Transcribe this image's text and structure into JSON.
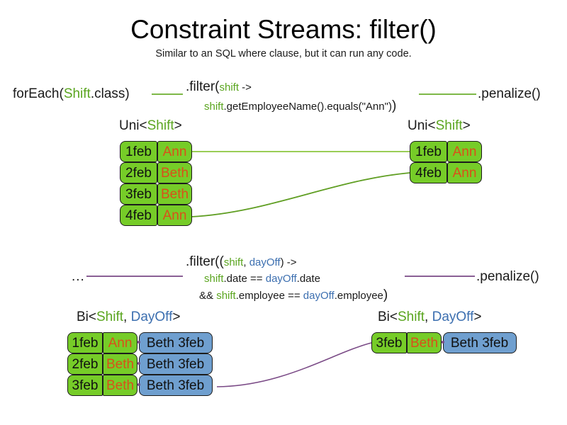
{
  "slide": {
    "title": "Constraint Streams: filter()",
    "subtitle": "Similar to an SQL where clause, but it can run any code."
  },
  "colors": {
    "green_fill": "#76cc28",
    "blue_fill": "#6f9fcf",
    "green_text": "#5aa51f",
    "blue_text": "#3c6fb0",
    "name_text": "#d9501a",
    "green_wire": "#6cae2e",
    "purple_wire": "#7a4a86"
  },
  "section_uni": {
    "source_prefix": "forEach(",
    "source_type": "Shift",
    "source_suffix": ".class)",
    "filter": {
      "line1_prefix": ".filter(",
      "line1_param": "shift",
      "line1_suffix": " ->",
      "line2_var": "shift",
      "line2_rest": ".getEmployeeName().equals(\"Ann\")",
      "line2_close": ")"
    },
    "penalize": ".penalize()",
    "left_header": {
      "prefix": "Uni<",
      "type1": "Shift",
      "suffix": ">"
    },
    "right_header": {
      "prefix": "Uni<",
      "type1": "Shift",
      "suffix": ">"
    },
    "left_rows": [
      {
        "date": "1feb",
        "name": "Ann"
      },
      {
        "date": "2feb",
        "name": "Beth"
      },
      {
        "date": "3feb",
        "name": "Beth"
      },
      {
        "date": "4feb",
        "name": "Ann"
      }
    ],
    "right_rows": [
      {
        "date": "1feb",
        "name": "Ann"
      },
      {
        "date": "4feb",
        "name": "Ann"
      }
    ]
  },
  "section_bi": {
    "source": "...",
    "filter": {
      "line1_prefix": ".filter((",
      "line1_param1": "shift",
      "line1_comma": ", ",
      "line1_param2": "dayOff",
      "line1_suffix": ") ->",
      "line2_var1": "shift",
      "line2_mid1": ".date == ",
      "line2_var2": "dayOff",
      "line2_rest": ".date",
      "line3_lead": "&& ",
      "line3_var1": "shift",
      "line3_mid1": ".employee == ",
      "line3_var2": "dayOff",
      "line3_rest": ".employee",
      "line3_close": ")"
    },
    "penalize": ".penalize()",
    "left_header": {
      "prefix": "Bi<",
      "type1": "Shift",
      "comma": ", ",
      "type2": "DayOff",
      "suffix": ">"
    },
    "right_header": {
      "prefix": "Bi<",
      "type1": "Shift",
      "comma": ", ",
      "type2": "DayOff",
      "suffix": ">"
    },
    "left_rows": [
      {
        "date": "1feb",
        "name": "Ann",
        "pair": "Beth 3feb"
      },
      {
        "date": "2feb",
        "name": "Beth",
        "pair": "Beth 3feb"
      },
      {
        "date": "3feb",
        "name": "Beth",
        "pair": "Beth 3feb"
      }
    ],
    "right_rows": [
      {
        "date": "3feb",
        "name": "Beth",
        "pair": "Beth 3feb"
      }
    ]
  }
}
